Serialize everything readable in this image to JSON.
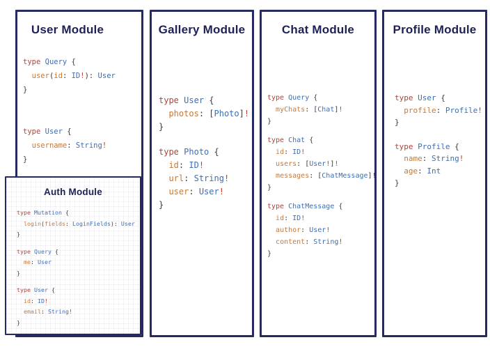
{
  "colors": {
    "background": "#ffffff",
    "panel_border": "#252a63",
    "title": "#1e2156",
    "code_keyword": "#a8463e",
    "code_type": "#3d6eb4",
    "code_field": "#c4793b",
    "code_bang": "#c53b30",
    "code_punct": "#3b3b3b"
  },
  "panels": [
    {
      "id": "user-module",
      "title": "User Module",
      "blocks": [
        [
          [
            [
              "k",
              "type"
            ],
            [
              "p",
              " "
            ],
            [
              "t",
              "Query"
            ],
            [
              "p",
              " {"
            ]
          ],
          [
            [
              "p",
              "  "
            ],
            [
              "f",
              "user"
            ],
            [
              "p",
              "("
            ],
            [
              "f",
              "id"
            ],
            [
              "p",
              ": "
            ],
            [
              "t",
              "ID"
            ],
            [
              "b",
              "!"
            ],
            [
              "p",
              "): "
            ],
            [
              "t",
              "User"
            ]
          ],
          [
            [
              "p",
              "}"
            ]
          ]
        ],
        [
          [
            [
              "k",
              "type"
            ],
            [
              "p",
              " "
            ],
            [
              "t",
              "User"
            ],
            [
              "p",
              " {"
            ]
          ],
          [
            [
              "p",
              "  "
            ],
            [
              "f",
              "username"
            ],
            [
              "p",
              ": "
            ],
            [
              "t",
              "String"
            ],
            [
              "b",
              "!"
            ]
          ],
          [
            [
              "p",
              "}"
            ]
          ]
        ]
      ]
    },
    {
      "id": "gallery-module",
      "title": "Gallery Module",
      "blocks": [
        [
          [
            [
              "k",
              "type"
            ],
            [
              "p",
              " "
            ],
            [
              "t",
              "User"
            ],
            [
              "p",
              " {"
            ]
          ],
          [
            [
              "p",
              "  "
            ],
            [
              "f",
              "photos"
            ],
            [
              "p",
              ": ["
            ],
            [
              "t",
              "Photo"
            ],
            [
              "p",
              "]"
            ],
            [
              "b",
              "!"
            ]
          ],
          [
            [
              "p",
              "}"
            ]
          ]
        ],
        [
          [
            [
              "k",
              "type"
            ],
            [
              "p",
              " "
            ],
            [
              "t",
              "Photo"
            ],
            [
              "p",
              " {"
            ]
          ],
          [
            [
              "p",
              "  "
            ],
            [
              "f",
              "id"
            ],
            [
              "p",
              ": "
            ],
            [
              "t",
              "ID"
            ],
            [
              "b",
              "!"
            ]
          ],
          [
            [
              "p",
              "  "
            ],
            [
              "f",
              "url"
            ],
            [
              "p",
              ": "
            ],
            [
              "t",
              "String"
            ],
            [
              "b",
              "!"
            ]
          ],
          [
            [
              "p",
              "  "
            ],
            [
              "f",
              "user"
            ],
            [
              "p",
              ": "
            ],
            [
              "t",
              "User"
            ],
            [
              "b",
              "!"
            ]
          ],
          [
            [
              "p",
              "}"
            ]
          ]
        ]
      ]
    },
    {
      "id": "chat-module",
      "title": "Chat Module",
      "blocks": [
        [
          [
            [
              "k",
              "type"
            ],
            [
              "p",
              " "
            ],
            [
              "t",
              "Query"
            ],
            [
              "p",
              " {"
            ]
          ],
          [
            [
              "p",
              "  "
            ],
            [
              "f",
              "myChats"
            ],
            [
              "p",
              ": ["
            ],
            [
              "t",
              "Chat"
            ],
            [
              "p",
              "]"
            ],
            [
              "b",
              "!"
            ]
          ],
          [
            [
              "p",
              "}"
            ]
          ]
        ],
        [
          [
            [
              "k",
              "type"
            ],
            [
              "p",
              " "
            ],
            [
              "t",
              "Chat"
            ],
            [
              "p",
              " {"
            ]
          ],
          [
            [
              "p",
              "  "
            ],
            [
              "f",
              "id"
            ],
            [
              "p",
              ": "
            ],
            [
              "t",
              "ID"
            ],
            [
              "b",
              "!"
            ]
          ],
          [
            [
              "p",
              "  "
            ],
            [
              "f",
              "users"
            ],
            [
              "p",
              ": ["
            ],
            [
              "t",
              "User"
            ],
            [
              "b",
              "!"
            ],
            [
              "p",
              "]"
            ],
            [
              "b",
              "!"
            ]
          ],
          [
            [
              "p",
              "  "
            ],
            [
              "f",
              "messages"
            ],
            [
              "p",
              ": ["
            ],
            [
              "t",
              "ChatMessage"
            ],
            [
              "p",
              "]"
            ],
            [
              "b",
              "!"
            ]
          ],
          [
            [
              "p",
              "}"
            ]
          ]
        ],
        [
          [
            [
              "k",
              "type"
            ],
            [
              "p",
              " "
            ],
            [
              "t",
              "ChatMessage"
            ],
            [
              "p",
              " {"
            ]
          ],
          [
            [
              "p",
              "  "
            ],
            [
              "f",
              "id"
            ],
            [
              "p",
              ": "
            ],
            [
              "t",
              "ID"
            ],
            [
              "b",
              "!"
            ]
          ],
          [
            [
              "p",
              "  "
            ],
            [
              "f",
              "author"
            ],
            [
              "p",
              ": "
            ],
            [
              "t",
              "User"
            ],
            [
              "b",
              "!"
            ]
          ],
          [
            [
              "p",
              "  "
            ],
            [
              "f",
              "content"
            ],
            [
              "p",
              ": "
            ],
            [
              "t",
              "String"
            ],
            [
              "b",
              "!"
            ]
          ],
          [
            [
              "p",
              "}"
            ]
          ]
        ]
      ]
    },
    {
      "id": "profile-module",
      "title": "Profile Module",
      "blocks": [
        [
          [
            [
              "k",
              "type"
            ],
            [
              "p",
              " "
            ],
            [
              "t",
              "User"
            ],
            [
              "p",
              " {"
            ]
          ],
          [
            [
              "p",
              "  "
            ],
            [
              "f",
              "profile"
            ],
            [
              "p",
              ": "
            ],
            [
              "t",
              "Profile"
            ],
            [
              "b",
              "!"
            ]
          ],
          [
            [
              "p",
              "}"
            ]
          ]
        ],
        [
          [
            [
              "k",
              "type"
            ],
            [
              "p",
              " "
            ],
            [
              "t",
              "Profile"
            ],
            [
              "p",
              " {"
            ]
          ],
          [
            [
              "p",
              "  "
            ],
            [
              "f",
              "name"
            ],
            [
              "p",
              ": "
            ],
            [
              "t",
              "String"
            ],
            [
              "b",
              "!"
            ]
          ],
          [
            [
              "p",
              "  "
            ],
            [
              "f",
              "age"
            ],
            [
              "p",
              ": "
            ],
            [
              "t",
              "Int"
            ]
          ],
          [
            [
              "p",
              "}"
            ]
          ]
        ]
      ]
    },
    {
      "id": "auth-module",
      "title": "Auth Module",
      "blocks": [
        [
          [
            [
              "k",
              "type"
            ],
            [
              "p",
              " "
            ],
            [
              "t",
              "Mutation"
            ],
            [
              "p",
              " {"
            ]
          ],
          [
            [
              "p",
              "  "
            ],
            [
              "f",
              "login"
            ],
            [
              "p",
              "("
            ],
            [
              "f",
              "fields"
            ],
            [
              "p",
              ": "
            ],
            [
              "t",
              "LoginFields"
            ],
            [
              "p",
              "): "
            ],
            [
              "t",
              "User"
            ]
          ],
          [
            [
              "p",
              "}"
            ]
          ]
        ],
        [
          [
            [
              "k",
              "type"
            ],
            [
              "p",
              " "
            ],
            [
              "t",
              "Query"
            ],
            [
              "p",
              " {"
            ]
          ],
          [
            [
              "p",
              "  "
            ],
            [
              "f",
              "me"
            ],
            [
              "p",
              ": "
            ],
            [
              "t",
              "User"
            ]
          ],
          [
            [
              "p",
              "}"
            ]
          ]
        ],
        [
          [
            [
              "k",
              "type"
            ],
            [
              "p",
              " "
            ],
            [
              "t",
              "User"
            ],
            [
              "p",
              " {"
            ]
          ],
          [
            [
              "p",
              "  "
            ],
            [
              "f",
              "id"
            ],
            [
              "p",
              ": "
            ],
            [
              "t",
              "ID"
            ],
            [
              "b",
              "!"
            ]
          ],
          [
            [
              "p",
              "  "
            ],
            [
              "f",
              "email"
            ],
            [
              "p",
              ": "
            ],
            [
              "t",
              "String"
            ],
            [
              "b",
              "!"
            ]
          ],
          [
            [
              "p",
              "}"
            ]
          ]
        ]
      ]
    }
  ]
}
